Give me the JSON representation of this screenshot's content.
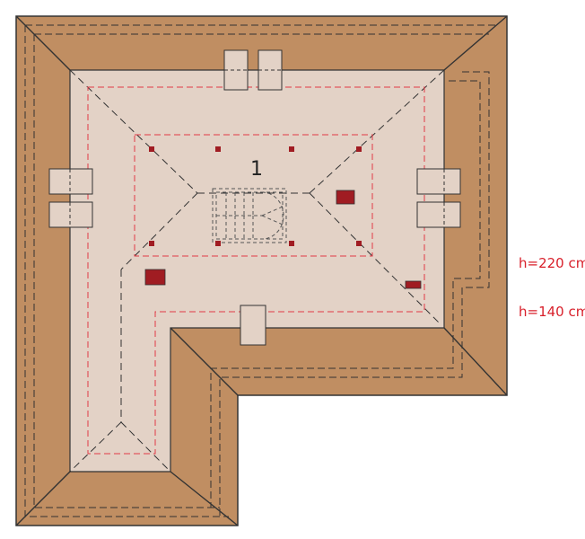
{
  "plan": {
    "room_number": "1",
    "legend": {
      "height_220": "h=220 cm",
      "height_140": "h=140 cm"
    }
  },
  "colors": {
    "roof": "#c08e62",
    "floor": "#e3d2c6",
    "outline": "#333333",
    "height_line": "#e03a46",
    "vent": "#a01c22"
  }
}
